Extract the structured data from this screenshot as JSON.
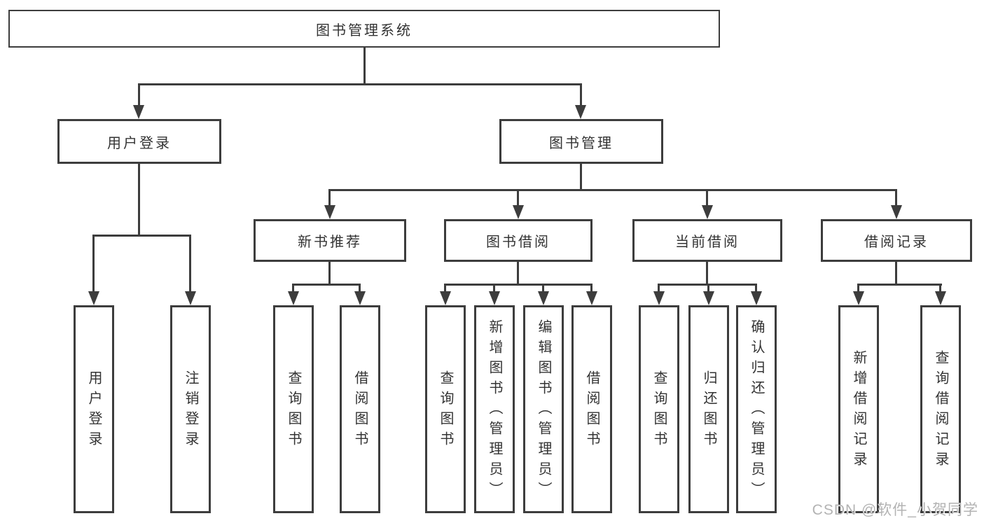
{
  "diagram": {
    "type": "tree",
    "root": {
      "label": "图书管理系统",
      "children": [
        {
          "label": "用户登录",
          "children": [
            {
              "label": "用户登录"
            },
            {
              "label": "注销登录"
            }
          ]
        },
        {
          "label": "图书管理",
          "children": [
            {
              "label": "新书推荐",
              "children": [
                {
                  "label": "查询图书"
                },
                {
                  "label": "借阅图书"
                }
              ]
            },
            {
              "label": "图书借阅",
              "children": [
                {
                  "label": "查询图书"
                },
                {
                  "label": "新增图书（管理员）"
                },
                {
                  "label": "编辑图书（管理员）"
                },
                {
                  "label": "借阅图书"
                }
              ]
            },
            {
              "label": "当前借阅",
              "children": [
                {
                  "label": "查询图书"
                },
                {
                  "label": "归还图书"
                },
                {
                  "label": "确认归还（管理员）"
                }
              ]
            },
            {
              "label": "借阅记录",
              "children": [
                {
                  "label": "新增借阅记录"
                },
                {
                  "label": "查询借阅记录"
                }
              ]
            }
          ]
        }
      ]
    }
  },
  "colors": {
    "line": "#3d3d3d",
    "text": "#333333",
    "watermark": "#b3b3b3"
  },
  "watermark": {
    "text": "CSDN @软件_小贺同学"
  }
}
